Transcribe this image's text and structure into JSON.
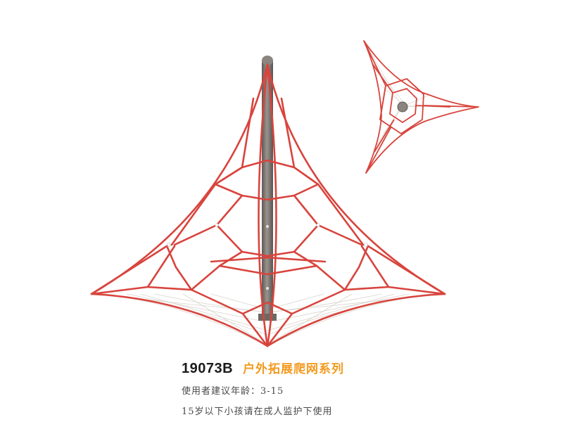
{
  "product": {
    "model": "19073B",
    "name": "户外拓展爬网系列",
    "age_label": "使用者建议年龄：",
    "age_range": "3-15",
    "supervision_note": "15岁以下小孩请在成人监护下使用"
  },
  "colors": {
    "rope": "#d8443d",
    "pole": "#7a7470",
    "net": "#cfcac3",
    "product_name": "#f39a1e",
    "model": "#1a1a1a"
  }
}
